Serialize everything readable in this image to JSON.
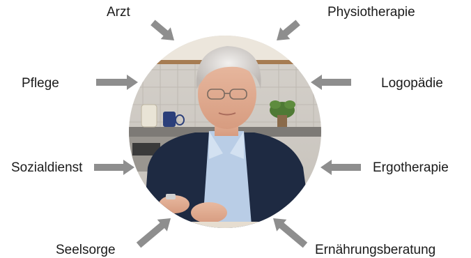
{
  "labels": {
    "arzt": "Arzt",
    "physiotherapie": "Physiotherapie",
    "pflege": "Pflege",
    "logopaedie": "Logopädie",
    "sozialdienst": "Sozialdienst",
    "ergotherapie": "Ergotherapie",
    "seelsorge": "Seelsorge",
    "ernaehrungsberatung": "Ernährungsberatung"
  },
  "photo": {
    "subject": "elderly woman with white hair at a kitchen table"
  },
  "colors": {
    "arrow": "#8e8e8e",
    "text": "#1a1a1a",
    "background": "#ffffff"
  }
}
